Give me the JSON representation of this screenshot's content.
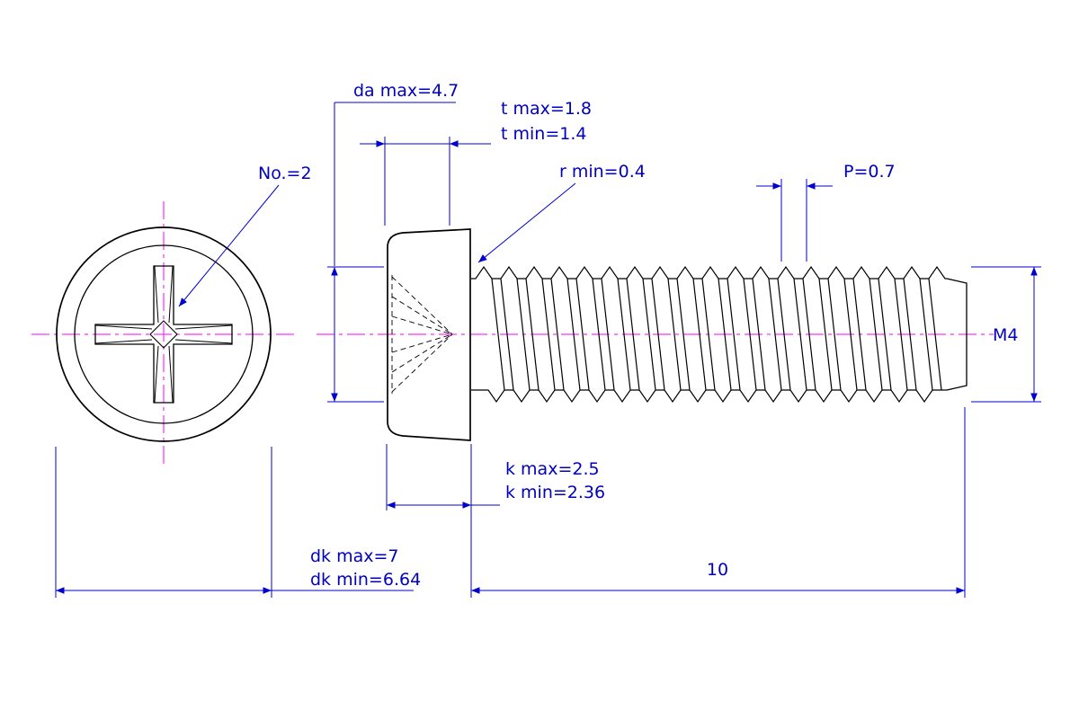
{
  "labels": {
    "da_max": "da max=4.7",
    "t_max": "t max=1.8",
    "t_min": "t min=1.4",
    "recess_no": "No.=2",
    "r_min": "r min=0.4",
    "pitch": "P=0.7",
    "thread_size": "M4",
    "k_max": "k max=2.5",
    "k_min": "k min=2.36",
    "dk_max": "dk max=7",
    "dk_min": "dk min=6.64",
    "length": "10"
  },
  "colors": {
    "dimension_blue": "#0000cd",
    "label_blue": "#0000bf",
    "centerline_magenta": "#ff00ff",
    "outline_black": "#000000",
    "background": "#ffffff"
  }
}
